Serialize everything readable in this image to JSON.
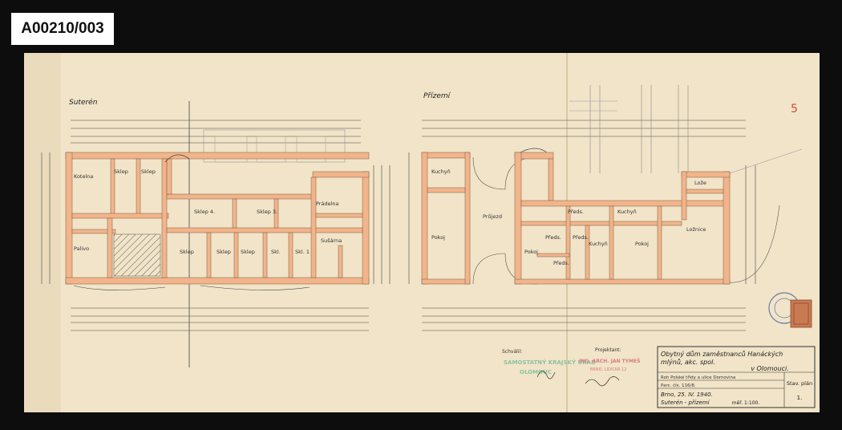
{
  "archive_label": "A00210/003",
  "plans": {
    "basement_title": "Suterén",
    "ground_title": "Přízemí"
  },
  "rooms": {
    "basement": [
      "Kotelna",
      "Sklep",
      "Sklep",
      "Prádelna",
      "Sklep 4.",
      "Sklep 3.",
      "Sušárna",
      "Palivo",
      "Sklep",
      "Sklep",
      "Sklep",
      "Skl.",
      "Skl. 1"
    ],
    "ground": [
      "Kuchyň",
      "Průjezd",
      "Pokoj",
      "Předs.",
      "Kuchyň",
      "Lože",
      "Ložnice",
      "Pokoj",
      "Kuchyň",
      "Pokoj",
      "Předs.",
      "Předs.",
      "Předs."
    ]
  },
  "sheet_mark": "5",
  "title_block": {
    "title_line1": "Obytný dům zaměstnanců Hanáckých",
    "title_line2": "mlýnů, akc. spol.",
    "location": "v Olomouci.",
    "corner_note": "Roh Polské třídy a ulice Domovina",
    "parcel": "Parc. čís. 116/8.",
    "date": "Brno, 25. IV. 1940.",
    "plan_type": "Stav. plán",
    "plan_no": "1.",
    "floors": "Suterén - přízemí",
    "scale": "měř. 1:100."
  },
  "stamps": {
    "approved_label": "Schválil:",
    "designer_label": "Projektant:",
    "designer_name": "ING. ARCH. JAN TYMEŠ",
    "designer_addr": "BRNO, LIDICKÁ 12",
    "approved_name": "SAMOSTATNÝ KRAJSKÝ ÚŘAD",
    "approved_city": "OLOMOUC"
  },
  "colors": {
    "wall_fill": "#f2b48a",
    "ink": "#3b3b3b",
    "paper": "#f1e4c8",
    "red_mark": "#d24a3a"
  }
}
